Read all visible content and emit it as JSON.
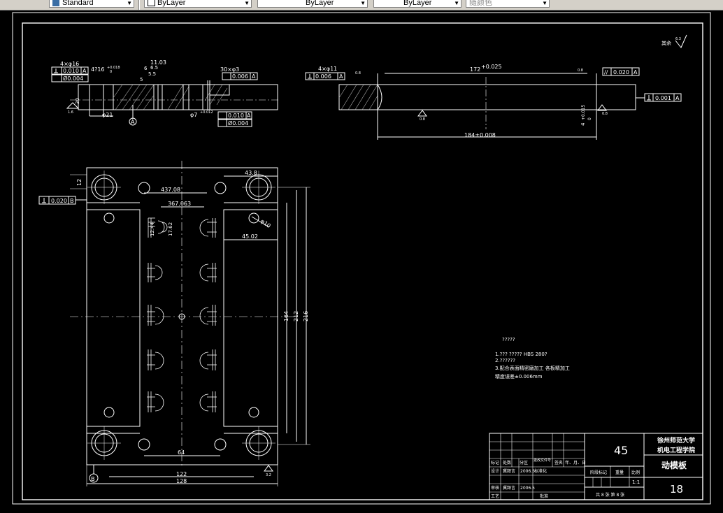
{
  "toolbar": {
    "textstyle": "Standard",
    "layer": "ByLayer",
    "linetype": "ByLayer",
    "lineweight": "ByLayer",
    "plotstyle": "随颜色"
  },
  "top_left_view": {
    "holes_label": "4×φ16",
    "hole2_label": "4?16",
    "tol": "+0.018",
    "tol2": "0",
    "dim_11": "11.03",
    "dim_65": "6.5",
    "dim_6": "6",
    "dim_55": "5.5",
    "dim_5": "5",
    "dim_30": "30",
    "dim_phi21": "φ21",
    "dim_phi7": "φ7",
    "tol_phi7": "+0.012",
    "holes_30": "30×φ3",
    "rough_16": "1.6",
    "datum_a": "A",
    "fcf1_val": "0.010",
    "fcf1_ref": "A",
    "fcf2_val": "Ø0.004",
    "fcf3_val": "0.006",
    "fcf3_ref": "A",
    "fcf4_val": "0.010",
    "fcf4_ref": "A",
    "fcf5_val": "Ø0.004"
  },
  "top_right_view": {
    "holes": "4×φ11",
    "fcf_val": "0.006",
    "fcf_ref": "A",
    "rough_08a": "0.8",
    "dim_172": "172",
    "tol_172": "+0.025",
    "rough_08b": "0.8",
    "par_val": "0.020",
    "par_ref": "A",
    "perp_val": "0.001",
    "perp_ref": "A",
    "dim_4": "4",
    "tol_4a": "+0.015",
    "tol_4b": "0",
    "dim_184": "184±0.008",
    "rough_08c": "0.8",
    "rough_08d": "0.8",
    "rough_63": "6.3",
    "rest_label": "其余"
  },
  "main_view": {
    "dim_12": "12",
    "fcf_val": "0.020",
    "fcf_ref": "B",
    "dim_43708": "437.08",
    "dim_367063": "367.063",
    "dim_438": "43.8",
    "dim_phi10": "φ10",
    "dim_4502": "45.02",
    "dim_1244": "12.44",
    "dim_1762": "17.62",
    "dim_164": "164",
    "dim_212": "212",
    "dim_216": "216",
    "dim_64": "64",
    "dim_122": "122",
    "dim_128": "128",
    "datum_b": "B",
    "rough_32": "3.2"
  },
  "notes": {
    "title": "?????",
    "line1": "1.??? ?????      HBS 280?",
    "line2": "2.??????",
    "line3": "3.配合表面精密磨加工  各板精加工",
    "line4": "   精度误差±0.006mm"
  },
  "title_block": {
    "university": "徐州师范大学",
    "college": "机电工程学院",
    "material": "45",
    "part_name": "动模板",
    "drawing_no": "18",
    "scale": "1:1",
    "h1": "标记",
    "h2": "处数",
    "h3": "分区",
    "h4": "更改文件号",
    "h5": "签名",
    "h6": "年、月、日",
    "designer_label": "设计",
    "designer": "冀韶言",
    "date1": "2006.5",
    "std_label": "标准化",
    "review_label": "审核",
    "reviewer": "冀韶言",
    "date2": "2006.5",
    "process_label": "工艺",
    "approve_label": "批准",
    "stage_label": "阶段标记",
    "weight_label": "重量",
    "ratio_label": "比例",
    "sheets": "共 8 张   第 8 张"
  }
}
